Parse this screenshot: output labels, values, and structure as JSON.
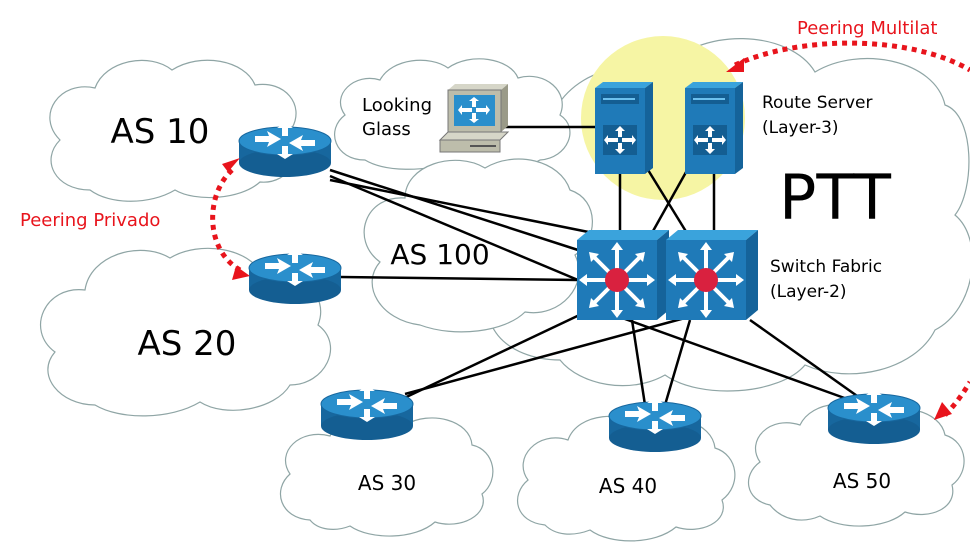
{
  "clouds": {
    "as10": "AS 10",
    "as20": "AS 20",
    "as30": "AS 30",
    "as40": "AS 40",
    "as50": "AS 50",
    "as100": "AS 100",
    "ptt": "PTT"
  },
  "labels": {
    "looking_glass_line1": "Looking",
    "looking_glass_line2": "Glass",
    "route_server_line1": "Route Server",
    "route_server_line2": "(Layer-3)",
    "switch_fabric_line1": "Switch Fabric",
    "switch_fabric_line2": "(Layer-2)"
  },
  "annotations": {
    "peering_private": "Peering Privado",
    "peering_multilateral": "Peering Multilat"
  },
  "colors": {
    "cloud_stroke": "#8fa5a5",
    "device_blue": "#1f7ab8",
    "device_blue_light": "#2f95d1",
    "route_server_halo": "#f6f5a4",
    "peering_arrow": "#e8141c",
    "switch_core": "#d9213f"
  },
  "icons": [
    "router-icon",
    "multilayer-switch-icon",
    "server-icon",
    "workstation-icon"
  ]
}
